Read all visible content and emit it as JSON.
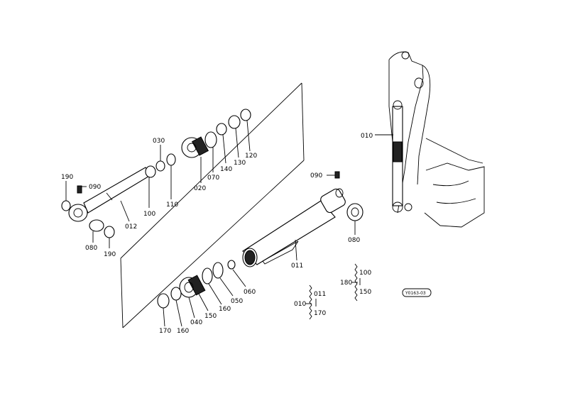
{
  "diagram": {
    "stamp": "Y0163-03",
    "labels": {
      "p190a": "190",
      "p090a": "090",
      "p030": "030",
      "p100": "100",
      "p110": "110",
      "p020": "020",
      "p070": "070",
      "p140": "140",
      "p130": "130",
      "p120": "120",
      "p012": "012",
      "p080a": "080",
      "p190b": "190",
      "p010a": "010",
      "p090b": "090",
      "p080b": "080",
      "p011": "011",
      "p060": "060",
      "p050": "050",
      "p160a": "160",
      "p150": "150",
      "p040": "040",
      "p160b": "160",
      "p170": "170",
      "p180": "180",
      "p100b": "100",
      "p150b": "150",
      "p010b": "010",
      "p011b": "011",
      "p170b": "170"
    }
  }
}
